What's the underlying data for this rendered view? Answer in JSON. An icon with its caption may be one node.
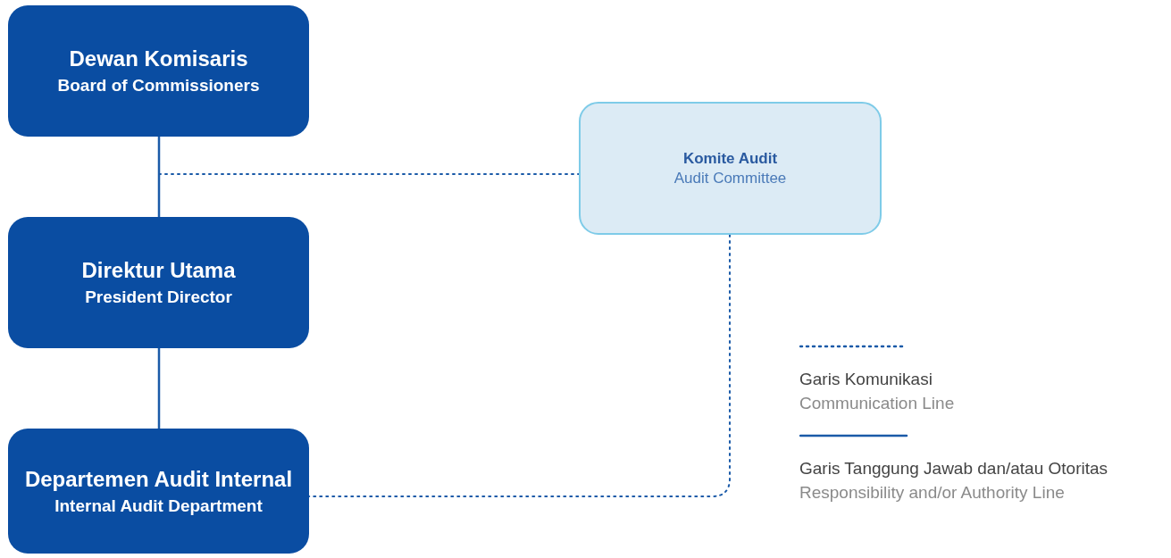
{
  "diagram": {
    "nodes": [
      {
        "text": [
          "Dewan Komisaris",
          "Board of Commissioners"
        ]
      },
      {
        "text": [
          "Direktur Utama",
          "President Director"
        ]
      },
      {
        "text": [
          "Departemen Audit Internal",
          "Internal Audit Department"
        ]
      },
      {
        "text": [
          "Komite Audit",
          "Audit Committee"
        ]
      }
    ],
    "edges": [
      {
        "from": 0,
        "to": 1,
        "arrow": "none"
      },
      {
        "from": 1,
        "to": 2,
        "arrow": "none"
      },
      {
        "from": null,
        "to": 3,
        "arrow": "none",
        "style": "dashed"
      },
      {
        "from": 3,
        "to": 2,
        "arrow": "none",
        "style": "dashed"
      }
    ],
    "labels": [
      "Communication Line",
      "Responsibility and/or Authority Line"
    ],
    "legend": [
      {
        "text": "Garis Komunikasi"
      },
      {
        "text": "Garis Tanggung Jawab dan/atau Otoritas"
      }
    ]
  }
}
